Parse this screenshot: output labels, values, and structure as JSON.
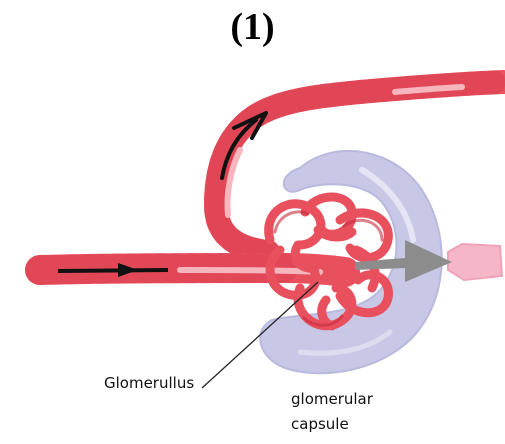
{
  "figure": {
    "title": "(1)",
    "labels": {
      "glomerulus": "Glomerullus",
      "capsule_line1": "glomerular",
      "capsule_line2": "capsule"
    }
  },
  "colors": {
    "vessel": "#e8505e",
    "vessel_dark": "#d23445",
    "vessel_highlight": "#f7b6be",
    "capsule": "#c8c8e6",
    "tubule": "#f5b7c8",
    "arrow_black": "#111111",
    "arrow_gray": "#8c8c8c"
  },
  "icons": {
    "inflow_arrow": "arrow-right-icon",
    "outflow_arrow": "curved-arrow-up-right-icon",
    "filtrate_arrow": "arrow-right-icon"
  }
}
